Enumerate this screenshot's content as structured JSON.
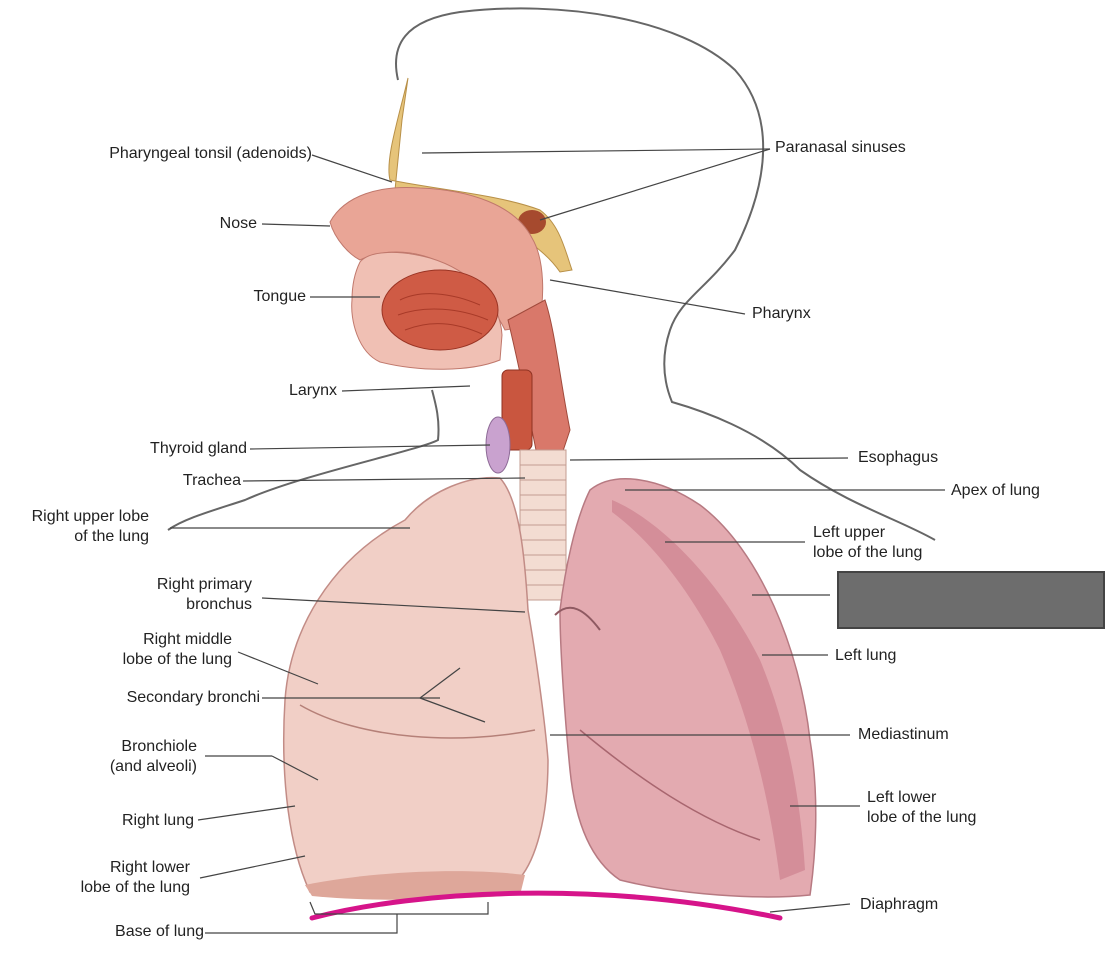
{
  "labels": {
    "pharyngeal_tonsil": "Pharyngeal tonsil (adenoids)",
    "nose": "Nose",
    "tongue": "Tongue",
    "larynx": "Larynx",
    "thyroid_gland": "Thyroid gland",
    "trachea": "Trachea",
    "right_upper_lobe": "Right upper lobe\nof the lung",
    "right_primary_bronchus": "Right primary\nbronchus",
    "right_middle_lobe": "Right middle\nlobe of the lung",
    "secondary_bronchi": "Secondary bronchi",
    "bronchiole": "Bronchiole\n(and alveoli)",
    "right_lung": "Right lung",
    "right_lower_lobe": "Right lower\nlobe of the lung",
    "base_of_lung": "Base of lung",
    "paranasal_sinuses": "Paranasal sinuses",
    "pharynx": "Pharynx",
    "esophagus": "Esophagus",
    "apex_of_lung": "Apex of lung",
    "left_upper_lobe": "Left upper\nlobe of the lung",
    "left_lung": "Left lung",
    "mediastinum": "Mediastinum",
    "left_lower_lobe": "Left lower\nlobe of the lung",
    "diaphragm": "Diaphragm"
  },
  "colors": {
    "lung": "#f1cfc6",
    "lung_dark": "#d8929a",
    "tissue": "#e79a8e",
    "muscle": "#cf5b45",
    "bone": "#e6c47a",
    "trachea": "#f3dcd2",
    "thyroid": "#c9a2cf",
    "diaphragm": "#d6148a",
    "leader": "#444444",
    "mask": "#6d6d6d"
  }
}
